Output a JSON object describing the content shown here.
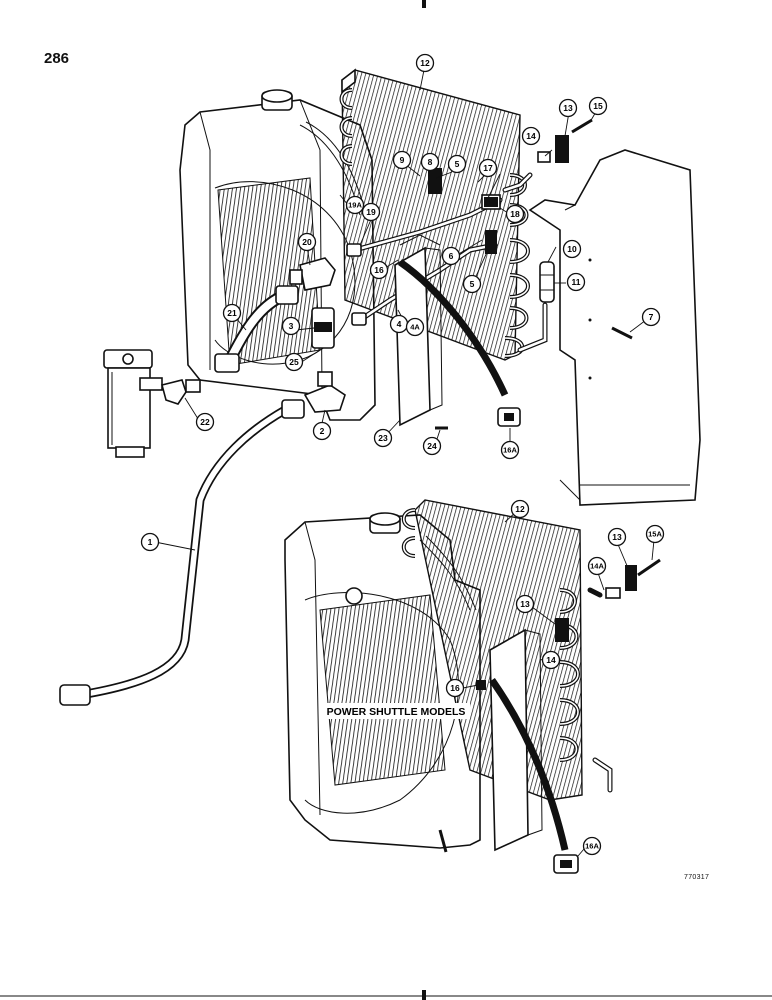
{
  "page_number": "286",
  "drawing_code": "770317",
  "model_label": "POWER SHUTTLE MODELS",
  "callouts_top": [
    "12",
    "13",
    "15",
    "14",
    "9",
    "8",
    "5",
    "17",
    "18",
    "19A",
    "19",
    "20",
    "10",
    "16",
    "6",
    "5",
    "11",
    "7",
    "21",
    "3",
    "4",
    "4A",
    "25",
    "22",
    "2",
    "23",
    "24",
    "16A"
  ],
  "callouts_bottom": [
    "1",
    "12",
    "13",
    "15A",
    "14A",
    "13",
    "14",
    "16",
    "16A"
  ]
}
